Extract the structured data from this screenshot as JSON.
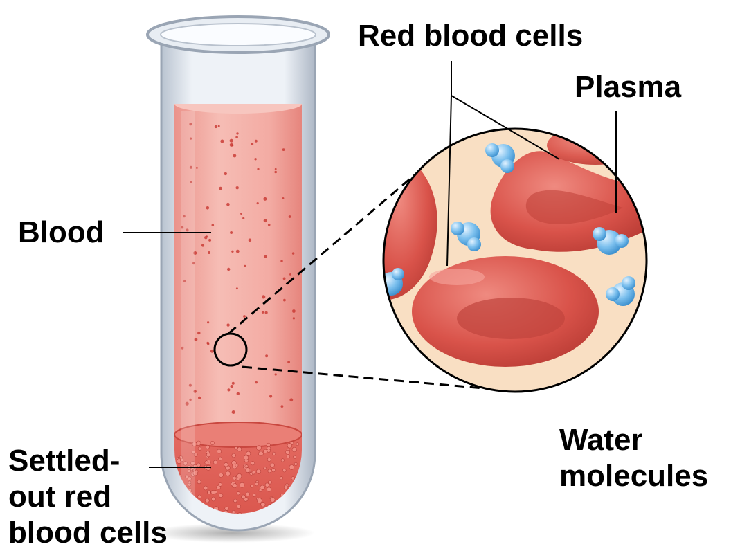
{
  "labels": {
    "red_blood_cells": "Red blood cells",
    "plasma": "Plasma",
    "blood": "Blood",
    "water_molecules": [
      "Water",
      "molecules"
    ],
    "settled_out": [
      "Settled-",
      "out red",
      "blood cells"
    ]
  },
  "colors": {
    "blood_fill": "#f2a8a0",
    "blood_dots": "#c8362f",
    "sediment": "#e46158",
    "plasma_bg": "#f9dfc3",
    "red_cell": "#d9544b",
    "water_molecule": "#4aa3e0",
    "glass": "#d7dde6"
  }
}
